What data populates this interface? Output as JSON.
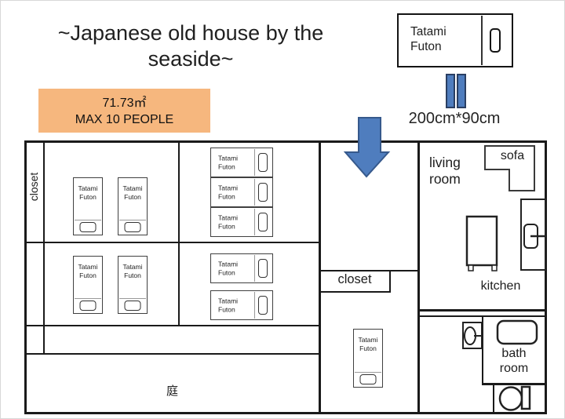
{
  "slide": {
    "title_line1": "~Japanese old house by the",
    "title_line2": "seaside~"
  },
  "info_box": {
    "area": "71.73㎡",
    "capacity": "MAX 10 PEOPLE",
    "bg_color": "#F6B77E"
  },
  "legend": {
    "tatami": "Tatami",
    "futon": "Futon",
    "size": "200cm*90cm"
  },
  "labels": {
    "tatami": "Tatami",
    "futon": "Futon",
    "closet_left": "closet",
    "closet_middle": "closet",
    "living_line1": "living",
    "living_line2": "room",
    "sofa": "sofa",
    "kitchen": "kitchen",
    "bath_line1": "bath",
    "bath_line2": "room",
    "garden": "庭"
  },
  "colors": {
    "wall": "#1a1a1a",
    "accent_blue": "#4F7DBE",
    "accent_blue_border": "#2A3F63",
    "info_orange": "#F6B77E"
  }
}
